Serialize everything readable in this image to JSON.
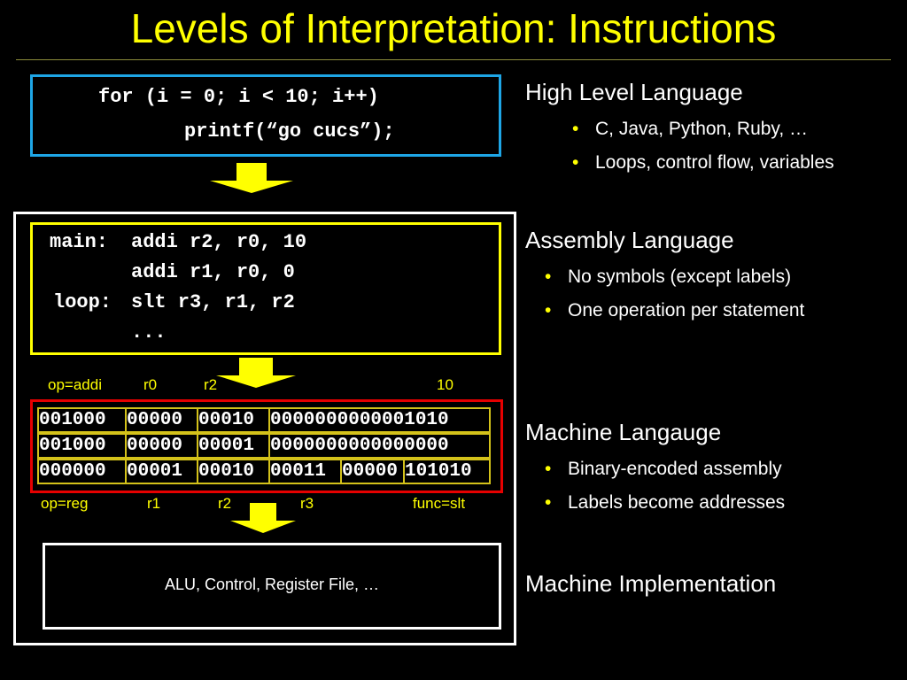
{
  "slide": {
    "title": "Levels of Interpretation: Instructions"
  },
  "high_level_code": {
    "line1": "for (i = 0; i < 10; i++)",
    "line2": "printf(“go cucs”);"
  },
  "assembly_code": {
    "lines": [
      {
        "label": "main:",
        "code": "addi r2, r0, 10"
      },
      {
        "label": "",
        "code": "addi r1, r0, 0"
      },
      {
        "label": "loop:",
        "code": "slt r3, r1, r2"
      },
      {
        "label": "",
        "code": "..."
      }
    ]
  },
  "field_labels_top": {
    "op": "op=addi",
    "r0": "r0",
    "r2": "r2",
    "imm": "10"
  },
  "machine_code": {
    "rows": [
      [
        "001000",
        "00000",
        "00010",
        "0000000000001010"
      ],
      [
        "001000",
        "00000",
        "00001",
        "0000000000000000"
      ],
      [
        "000000",
        "00001",
        "00010",
        "00011",
        "00000",
        "101010"
      ]
    ]
  },
  "field_labels_bottom": {
    "op": "op=reg",
    "r1": "r1",
    "r2": "r2",
    "r3": "r3",
    "func": "func=slt"
  },
  "implementation_box": {
    "text": "ALU, Control, Register File, …"
  },
  "sidebar": {
    "sections": [
      {
        "heading": "High Level Language",
        "bullets": [
          "C, Java, Python, Ruby, …",
          "Loops, control flow, variables"
        ]
      },
      {
        "heading": "Assembly Language",
        "bullets": [
          "No symbols (except labels)",
          "One operation per statement"
        ]
      },
      {
        "heading": "Machine Langauge",
        "bullets": [
          "Binary-encoded assembly",
          "Labels become addresses"
        ]
      },
      {
        "heading": "Machine Implementation",
        "bullets": []
      }
    ]
  },
  "colors": {
    "title": "#ffff00",
    "high_level_border": "#1ea6e6",
    "assembly_border": "#ffff00",
    "machine_border": "#e60000",
    "arrow": "#ffff00"
  }
}
